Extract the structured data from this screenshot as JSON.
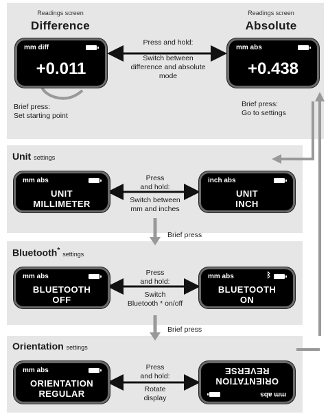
{
  "readings": {
    "left": {
      "caption": "Readings screen",
      "title": "Difference",
      "screen": {
        "header": "mm diff",
        "value": "+0.011"
      },
      "note_line1": "Brief press:",
      "note_line2": "Set starting point"
    },
    "right": {
      "caption": "Readings screen",
      "title": "Absolute",
      "screen": {
        "header": "mm abs",
        "value": "+0.438"
      },
      "note_line1": "Brief press:",
      "note_line2": "Go to settings"
    },
    "middle": {
      "line1": "Press and hold:",
      "line2": "Switch between",
      "line3": "difference and absolute",
      "line4": "mode"
    }
  },
  "unit": {
    "title": "Unit",
    "subtitle": "settings",
    "left_screen": {
      "header": "mm abs",
      "line1": "UNIT",
      "line2": "MILLIMETER"
    },
    "right_screen": {
      "header": "inch abs",
      "line1": "UNIT",
      "line2": "INCH"
    },
    "middle": {
      "line1": "Press",
      "line2": "and hold:",
      "line3": "Switch between",
      "line4": "mm and inches"
    }
  },
  "brief_press_1": "Brief press",
  "bluetooth": {
    "title": "Bluetooth",
    "title_mark": "*",
    "subtitle": "settings",
    "left_screen": {
      "header": "mm abs",
      "line1": "BLUETOOTH",
      "line2": "OFF"
    },
    "right_screen": {
      "header": "mm abs",
      "bt_icon": "bluetooth-icon",
      "line1": "BLUETOOTH",
      "line2": "ON"
    },
    "middle": {
      "line1": "Press",
      "line2": "and hold:",
      "line3": "Switch",
      "line4": "Bluetooth * on/off"
    }
  },
  "brief_press_2": "Brief press",
  "orientation": {
    "title": "Orientation",
    "subtitle": "settings",
    "left_screen": {
      "header": "mm abs",
      "line1": "ORIENTATION",
      "line2": "REGULAR"
    },
    "right_screen": {
      "header": "mm abs",
      "line1": "ORIENTATION",
      "line2": "REVERSE"
    },
    "middle": {
      "line1": "Press",
      "line2": "and hold:",
      "line3": "Rotate",
      "line4": "display"
    }
  },
  "colors": {
    "panel": "#e6e6e6",
    "screen": "#000000",
    "bezel": "#6a6a6a",
    "flow_arrow": "#999999"
  }
}
